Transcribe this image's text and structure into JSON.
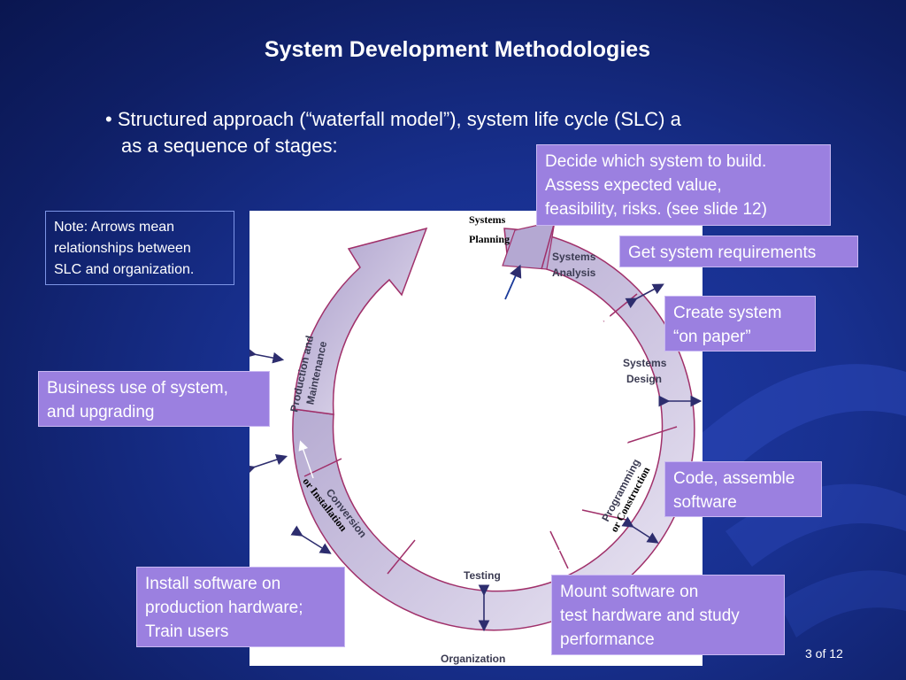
{
  "slide": {
    "title": "System Development Methodologies",
    "bullet_line1": "• Structured approach (“waterfall model”), system life cycle (SLC) a",
    "bullet_line2": "as a sequence of stages:",
    "page_number": "3 of 12"
  },
  "note": {
    "text_line1": "Note: Arrows mean",
    "text_line2": "relationships between",
    "text_line3": "SLC and organization."
  },
  "callouts": {
    "planning": [
      "Decide which system to build.",
      "Assess expected value,",
      "feasibility, risks. (see slide 12)"
    ],
    "analysis": [
      "Get system requirements"
    ],
    "design": [
      "Create system",
      "“on paper”"
    ],
    "programming": [
      "Code, assemble",
      "software"
    ],
    "testing": [
      "Mount software on",
      "test hardware and study",
      "performance"
    ],
    "conversion": [
      "Install software on",
      "production hardware;",
      "Train users"
    ],
    "maintenance": [
      "Business use of system,",
      "and upgrading"
    ]
  },
  "cycle": {
    "systems_planning": [
      "Systems",
      "Planning"
    ],
    "systems_analysis": [
      "Systems",
      "Analysis"
    ],
    "systems_design": [
      "Systems",
      "Design"
    ],
    "programming": [
      "Programming",
      "or Construction"
    ],
    "testing": "Testing",
    "conversion": [
      "Conversion",
      "or Installation"
    ],
    "production": [
      "Production and",
      "Maintenance"
    ],
    "organization": "Organization"
  },
  "colors": {
    "background": "#18308f",
    "callout_fill": "#9b80e0",
    "ring_fill": "#c6bddc",
    "ring_stroke": "#a0306a",
    "arrow_color": "#2d2d6e"
  }
}
